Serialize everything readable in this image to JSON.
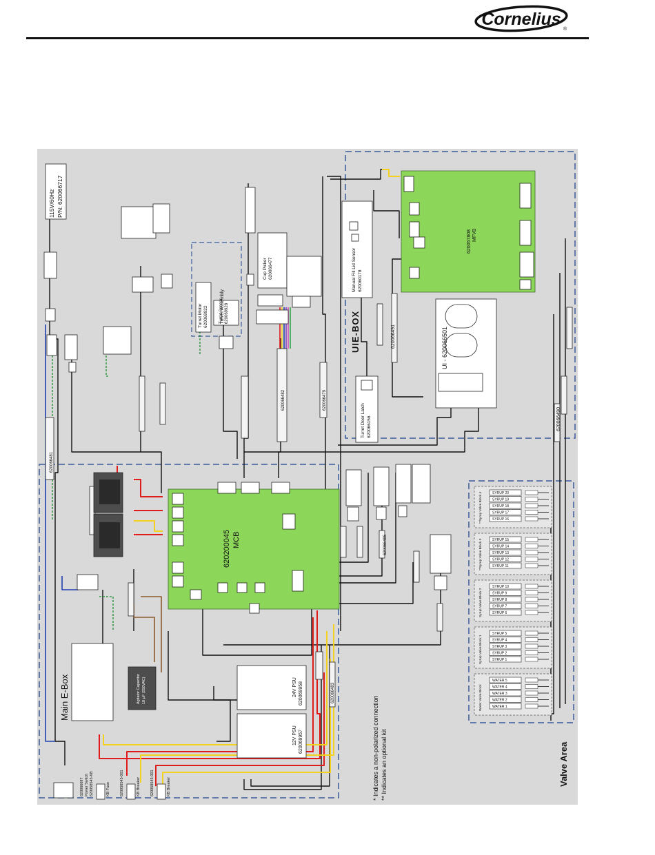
{
  "header": {
    "logo_text": "Cornelius",
    "registered_mark": "®"
  },
  "diagram": {
    "spec_lines": [
      "115V/60Hz",
      "P/N: 620066717"
    ],
    "areas": {
      "main_ebox": "Main E-Box",
      "uie_box": "UIE-BOX",
      "valve_area": "Valve Area"
    },
    "boards": {
      "mcb": {
        "pn": "620200045",
        "name": "MCB"
      },
      "mfvb": {
        "pn": "620057808",
        "name": "MFVB"
      },
      "ui": {
        "label": "UI - 620066501"
      }
    },
    "psus": {
      "psu24": {
        "name": "24V PSU",
        "pn": "620069958"
      },
      "psu12": {
        "name": "12V PSU",
        "pn": "620069957"
      }
    },
    "components": {
      "turret_assembly": "Turret Assembly",
      "turret_motor": {
        "name": "Turret Motor",
        "pn": "620069922"
      },
      "turret_sensor": {
        "name": "Turret Sensor",
        "pn": "620069928"
      },
      "cup_picker": {
        "name": "Cup Picker",
        "pn": "620066477"
      },
      "manual_fill_lid_sensor": {
        "name": "Manual Fill Lid Sensor",
        "pn": "620060178"
      },
      "turret_door_latch": {
        "name": "Turret Door Latch",
        "pn": "620066156"
      },
      "power_switch": {
        "pn": "620066697",
        "name": "Power Switch"
      },
      "fuse_block": {
        "pn": "620058545-KB",
        "name": "KB Fuse"
      },
      "breaker1": {
        "pn": "620058545-001",
        "name": "KB Breaker"
      },
      "breaker2": {
        "pn": "620058545-001",
        "name": "KB Breaker"
      },
      "agitator_capacitor": {
        "name": "Agitator Capacitor",
        "value": "10 µF (250VAC)"
      }
    },
    "valve_groups": [
      {
        "name": "**Syrup Valve Block 4",
        "rows": [
          "SYRUP 20",
          "SYRUP 19",
          "SYRUP 18",
          "SYRUP 17",
          "SYRUP 16"
        ]
      },
      {
        "name": "**Syrup Valve Block 3",
        "rows": [
          "SYRUP 15",
          "SYRUP 14",
          "SYRUP 13",
          "SYRUP 12",
          "SYRUP 11"
        ]
      },
      {
        "name": "Syrup Valve Block 2",
        "rows": [
          "SYRUP 10",
          "SYRUP 9",
          "SYRUP 8",
          "SYRUP 7",
          "SYRUP 6"
        ]
      },
      {
        "name": "Syrup Valve Block 1",
        "rows": [
          "SYRUP 5",
          "SYRUP 4",
          "SYRUP 3",
          "SYRUP 2",
          "SYRUP 1"
        ]
      },
      {
        "name": "Water Valve Block",
        "rows": [
          "WATER 5",
          "WATER 4",
          "WATER 3",
          "WATER 2",
          "WATER 1"
        ]
      }
    ],
    "harness_labels": [
      "620066481",
      "620066482",
      "620066479",
      "620066483",
      "620066485",
      "620066490",
      "620066491"
    ],
    "notes": [
      "* Indicates a non-polarized connection",
      "** Indicates an optional kit"
    ]
  },
  "colors": {
    "background": "#d9d9d9",
    "board": "#8cd65a",
    "boundary": "#3a5b9a",
    "wire_red": "#e01b1b",
    "wire_yellow": "#f2d21c",
    "wire_black": "#111111"
  }
}
